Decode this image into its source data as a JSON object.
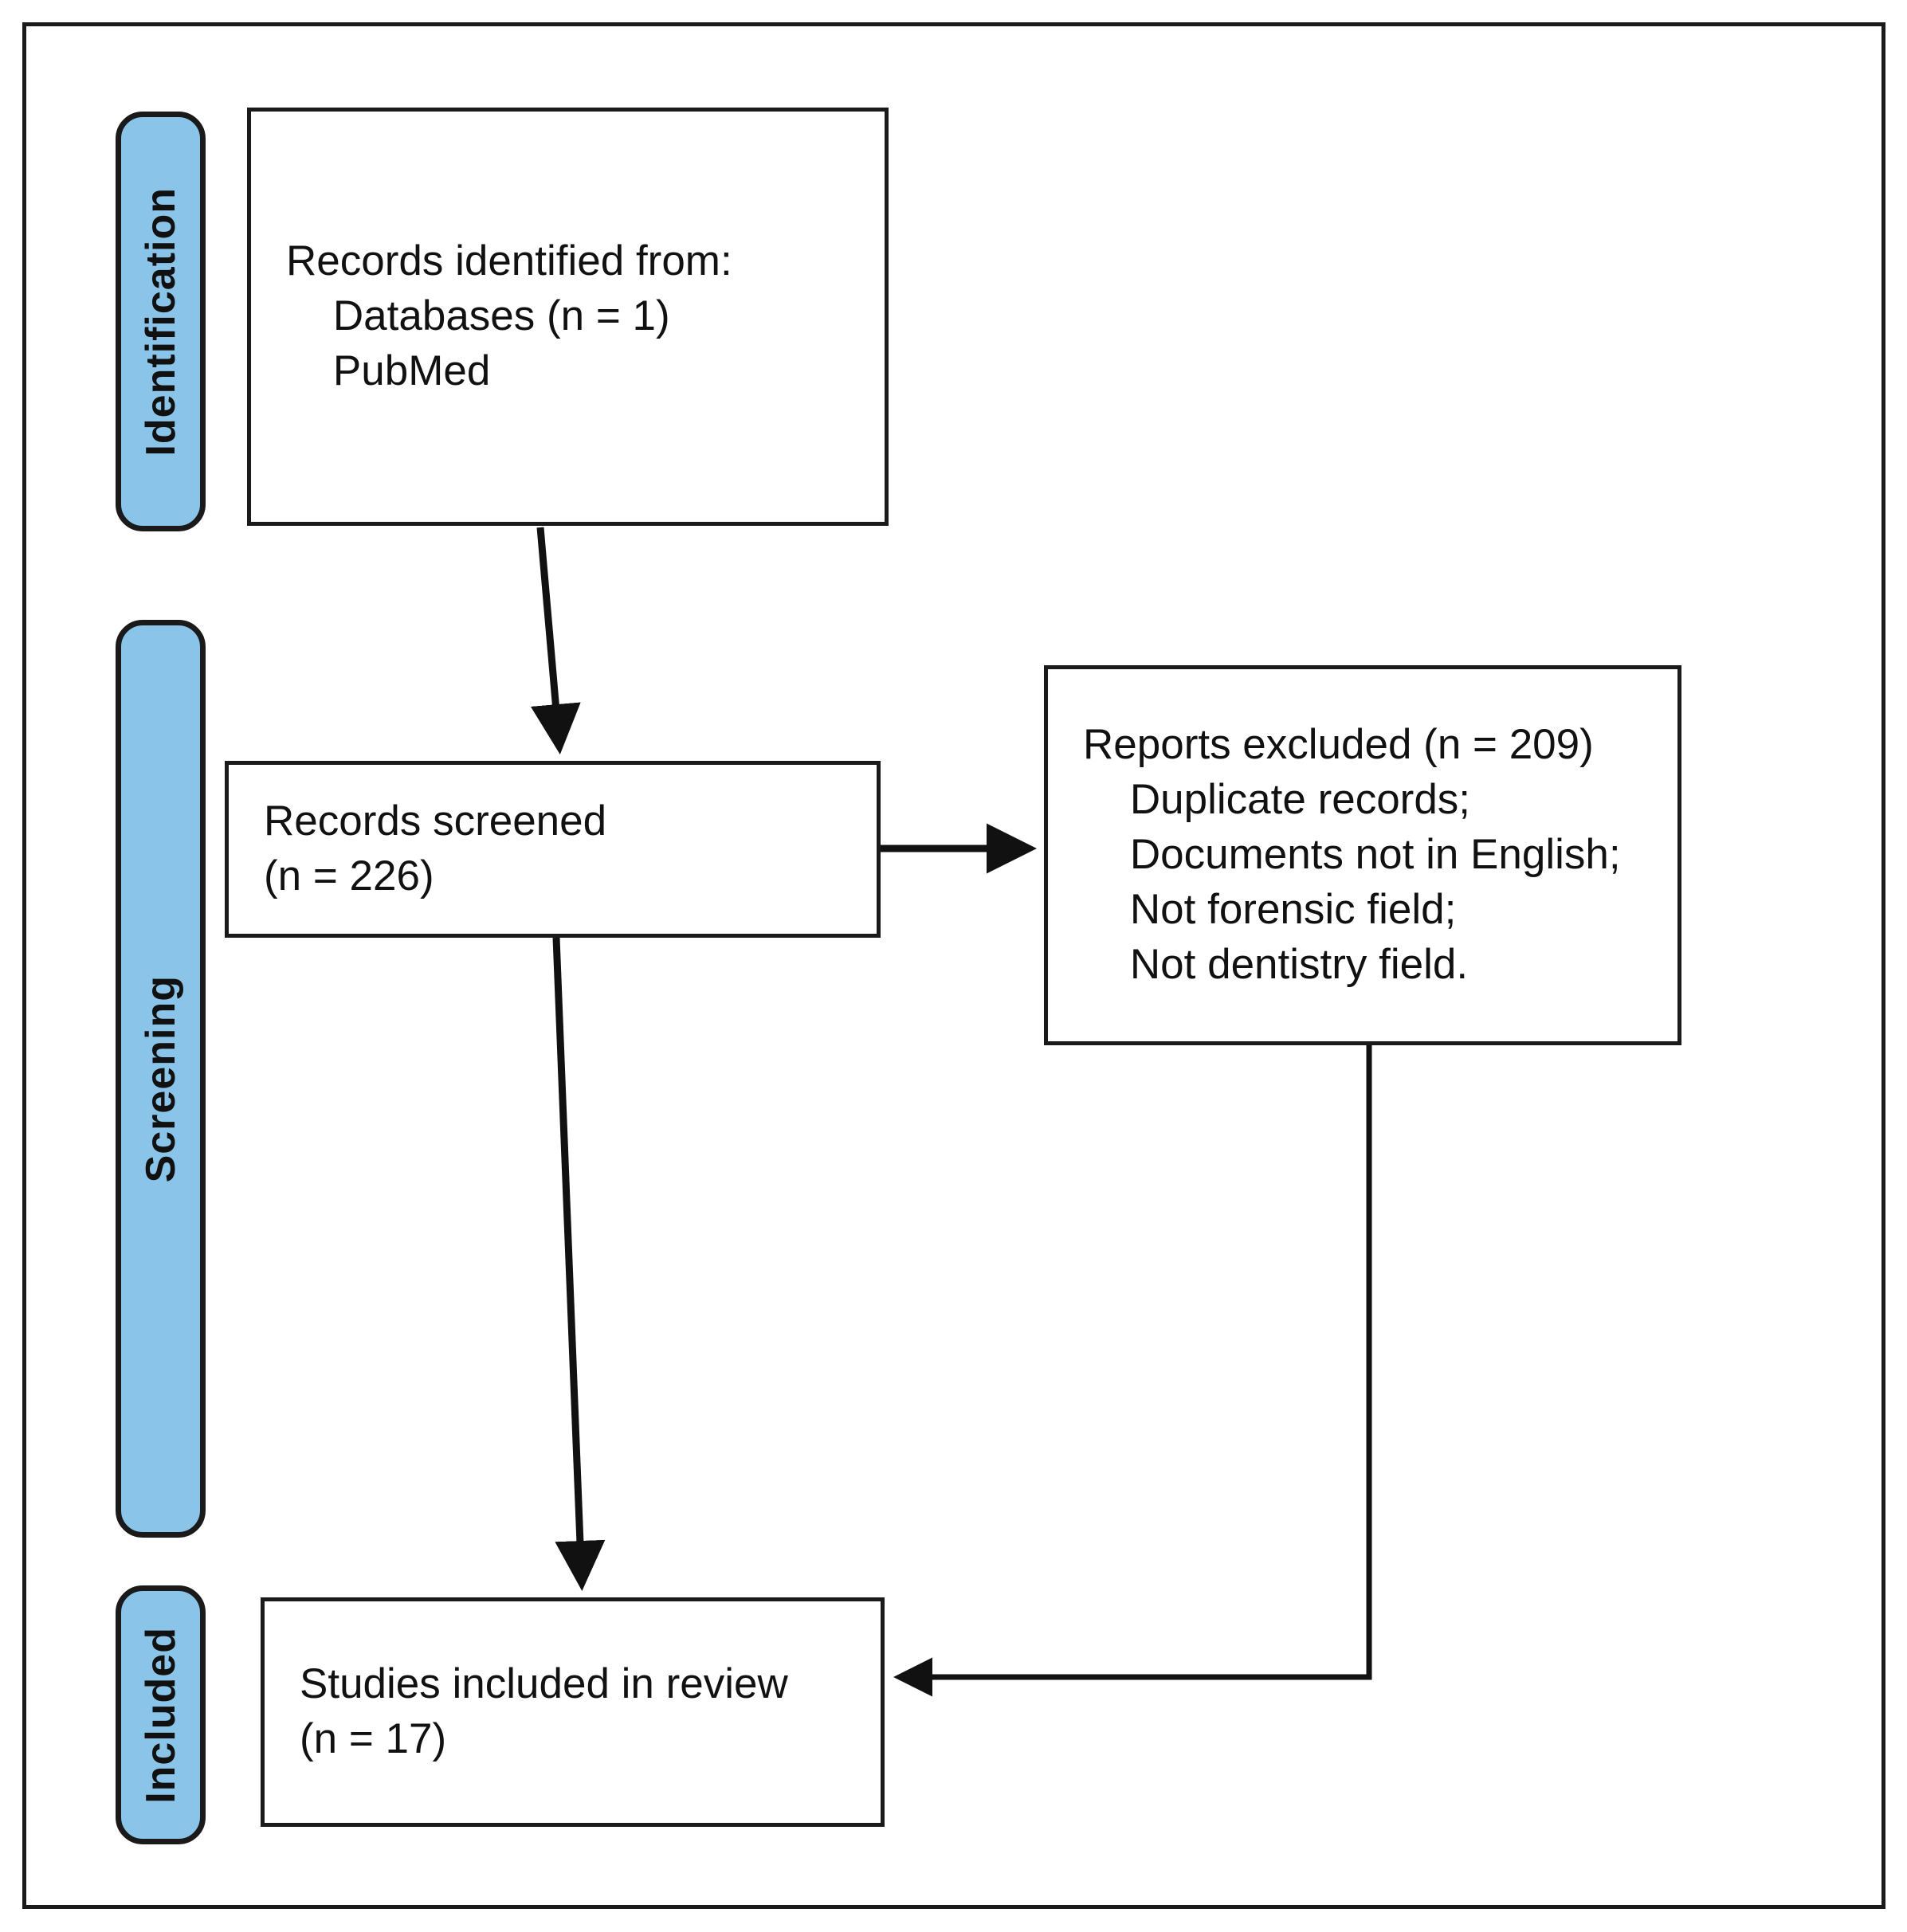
{
  "diagram": {
    "type": "prisma-flow-diagram",
    "title": "PRISMA flow diagram",
    "colors": {
      "stage_bar_fill": "#8AC4E8",
      "stroke": "#1a1a1a",
      "box_fill": "#ffffff",
      "page_background": "#ffffff"
    }
  },
  "stages": [
    {
      "id": "identification",
      "label": "Identification"
    },
    {
      "id": "screening",
      "label": "Screening"
    },
    {
      "id": "included",
      "label": "Included"
    }
  ],
  "boxes": [
    {
      "id": "records-identified",
      "stage": "identification",
      "lines": [
        "Records identified from:",
        "    Databases (n = 1)",
        "    PubMed"
      ],
      "text": "Records identified from:\n    Databases (n = 1)\n    PubMed"
    },
    {
      "id": "records-screened",
      "stage": "screening",
      "lines": [
        "Records screened",
        "(n = 226)"
      ],
      "text": "Records screened\n(n = 226)"
    },
    {
      "id": "reports-excluded",
      "stage": "screening",
      "lines": [
        "Reports excluded (n = 209)",
        "    Duplicate records;",
        "    Documents not in English;",
        "    Not forensic field;",
        "    Not dentistry field."
      ],
      "text": "Reports excluded (n = 209)\n    Duplicate records;\n    Documents not in English;\n    Not forensic field;\n    Not dentistry field."
    },
    {
      "id": "studies-included",
      "stage": "included",
      "lines": [
        "Studies included in review",
        "(n = 17)"
      ],
      "text": "Studies included in review\n(n = 17)"
    }
  ],
  "counts": {
    "databases": 1,
    "records_screened": 226,
    "reports_excluded": 209,
    "studies_included": 17
  },
  "connectors": [
    {
      "id": "identified-to-screened",
      "from": "records-identified",
      "to": "records-screened",
      "arrow": "down"
    },
    {
      "id": "screened-to-excluded",
      "from": "records-screened",
      "to": "reports-excluded",
      "arrow": "right"
    },
    {
      "id": "screened-to-included",
      "from": "records-screened",
      "to": "studies-included",
      "arrow": "down"
    },
    {
      "id": "excluded-to-included",
      "from": "reports-excluded",
      "to": "studies-included",
      "arrow": "left-elbow"
    }
  ]
}
